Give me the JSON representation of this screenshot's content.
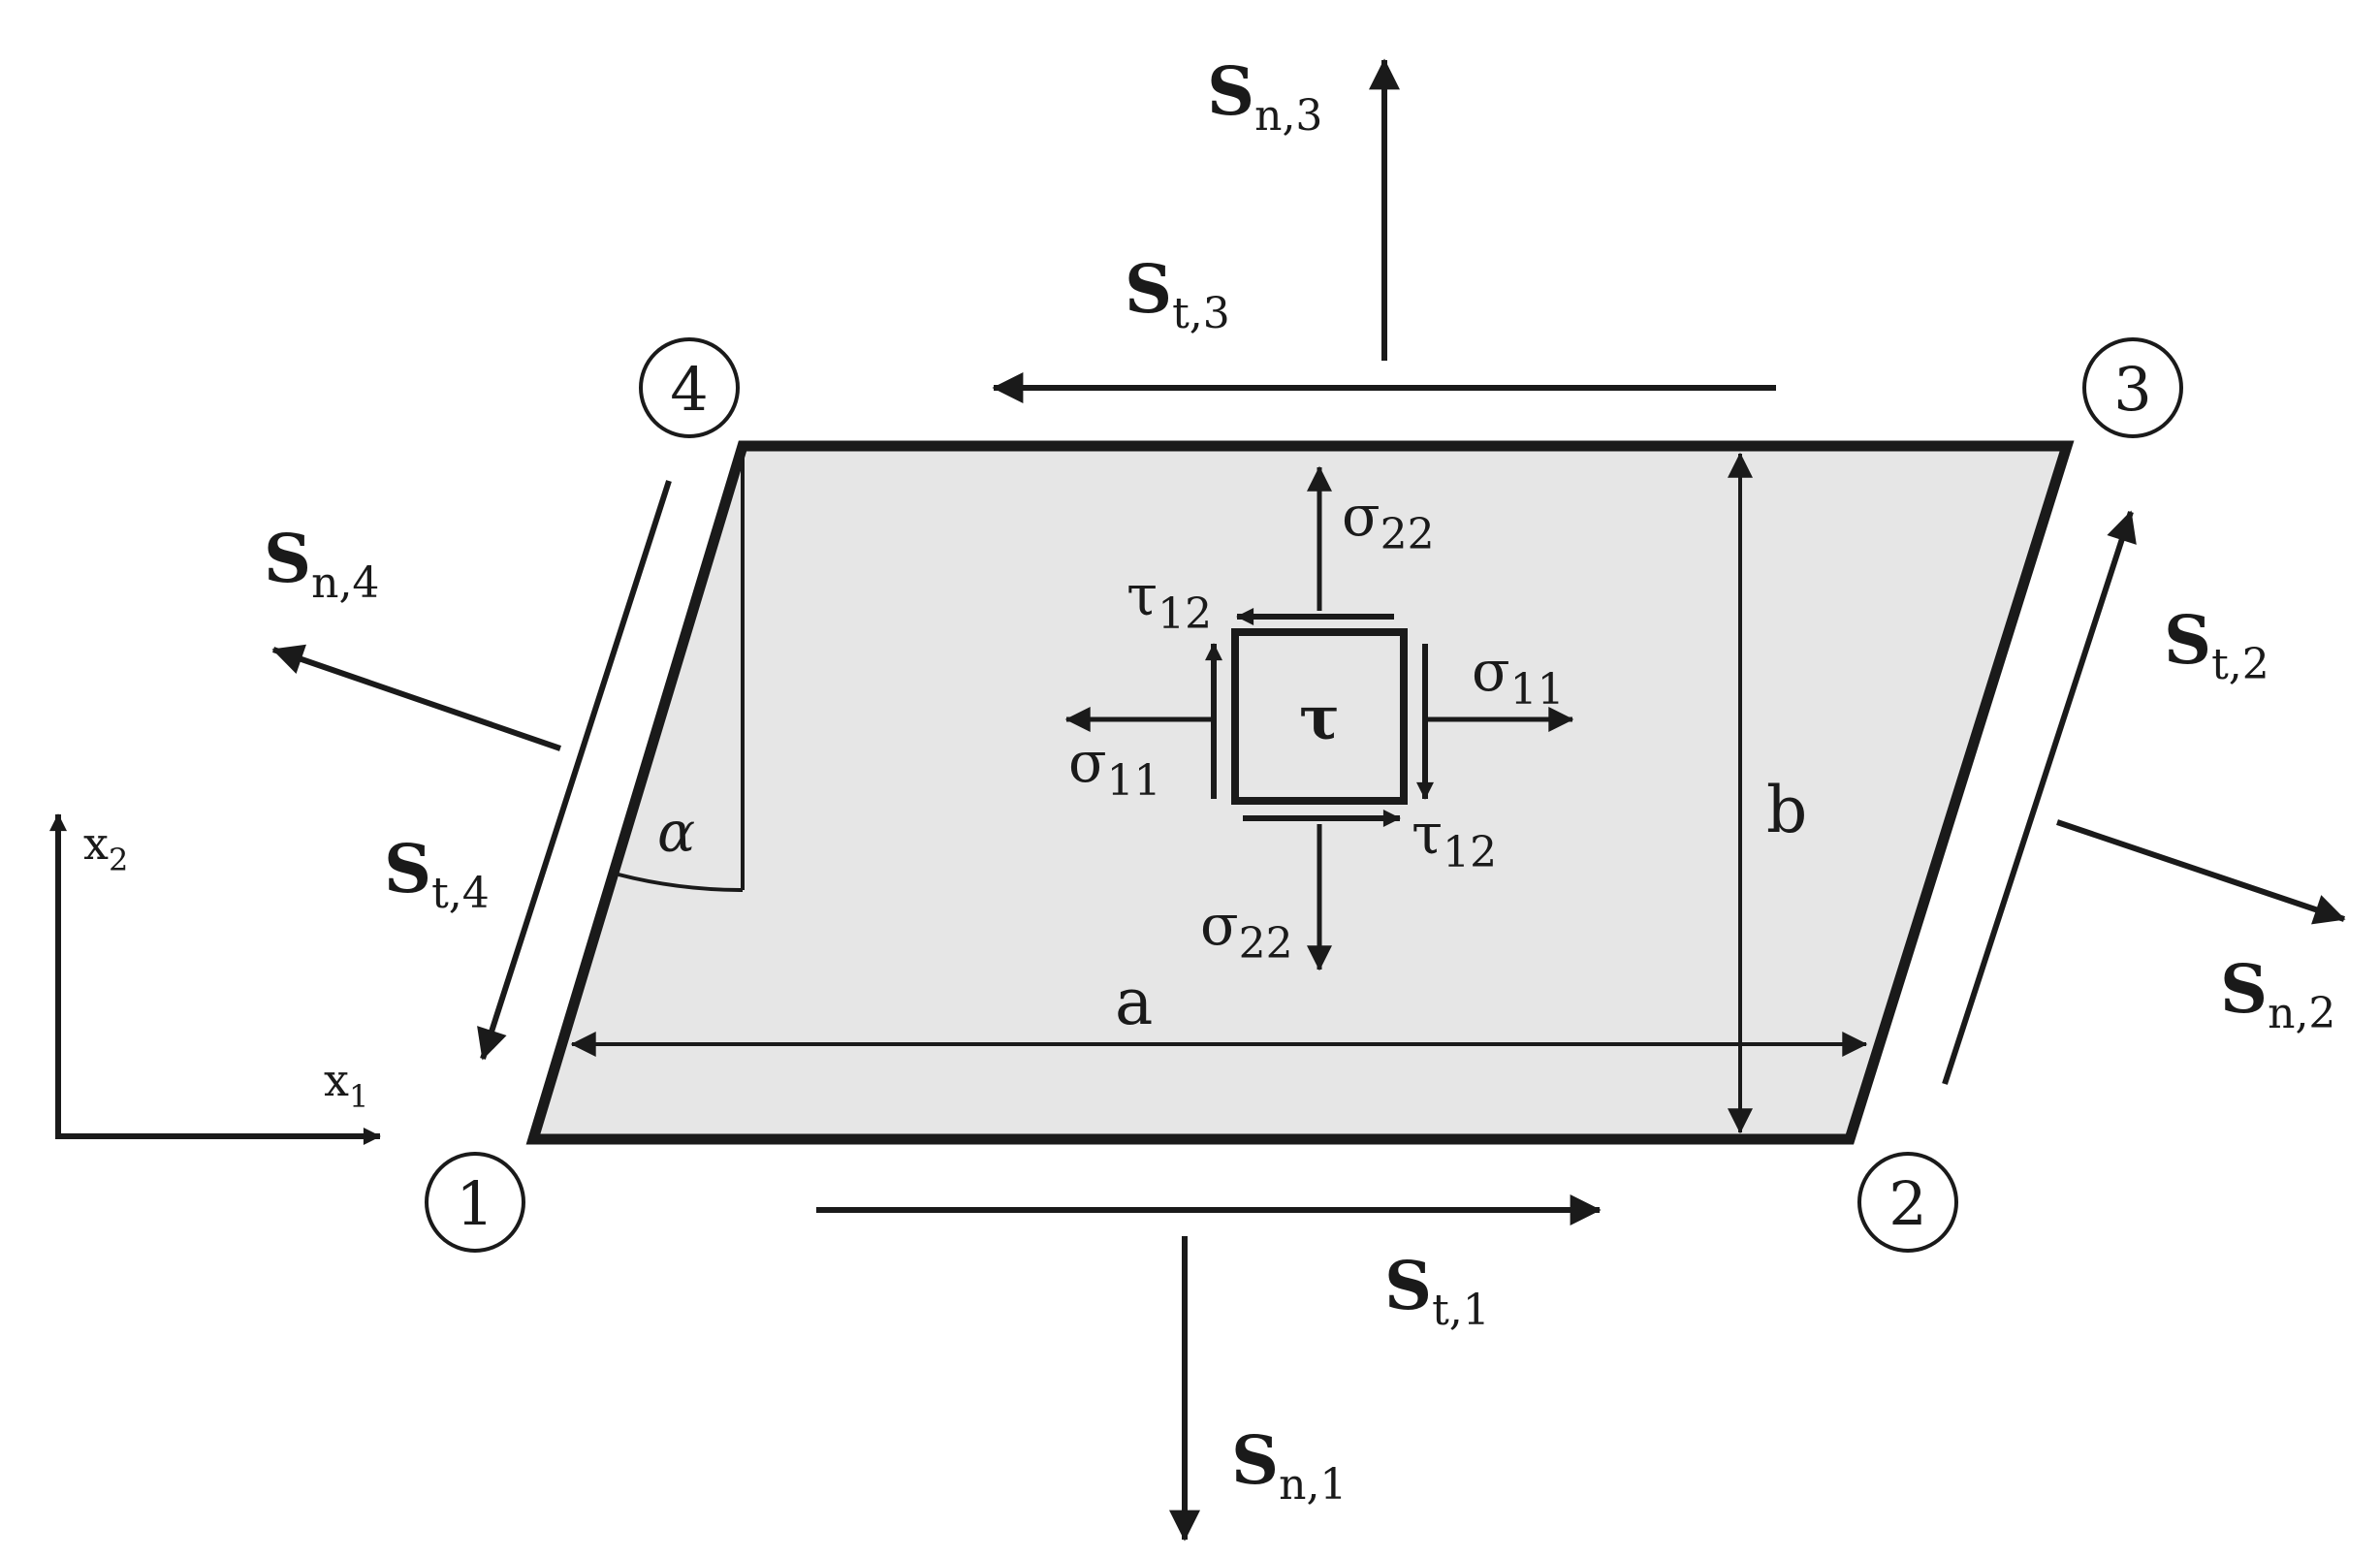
{
  "diagram": {
    "nodes": [
      {
        "id": "1",
        "label": "1"
      },
      {
        "id": "2",
        "label": "2"
      },
      {
        "id": "3",
        "label": "3"
      },
      {
        "id": "4",
        "label": "4"
      }
    ],
    "axes": {
      "x1": {
        "base": "x",
        "sub": "1"
      },
      "x2": {
        "base": "x",
        "sub": "2"
      }
    },
    "forces": {
      "sn1": {
        "base": "S",
        "sub": "n,1"
      },
      "st1": {
        "base": "S",
        "sub": "t,1"
      },
      "sn2": {
        "base": "S",
        "sub": "n,2"
      },
      "st2": {
        "base": "S",
        "sub": "t,2"
      },
      "sn3": {
        "base": "S",
        "sub": "n,3"
      },
      "st3": {
        "base": "S",
        "sub": "t,3"
      },
      "sn4": {
        "base": "S",
        "sub": "n,4"
      },
      "st4": {
        "base": "S",
        "sub": "t,4"
      }
    },
    "stresses": {
      "sigma22_top": {
        "base": "σ",
        "sub": "22"
      },
      "sigma22_bottom": {
        "base": "σ",
        "sub": "22"
      },
      "sigma11_right": {
        "base": "σ",
        "sub": "11"
      },
      "sigma11_left": {
        "base": "σ",
        "sub": "11"
      },
      "tau12_top": {
        "base": "τ",
        "sub": "12"
      },
      "tau12_bottom": {
        "base": "τ",
        "sub": "12"
      },
      "tau_center": "τ"
    },
    "dimensions": {
      "a": "a",
      "b": "b",
      "alpha": "α"
    }
  }
}
